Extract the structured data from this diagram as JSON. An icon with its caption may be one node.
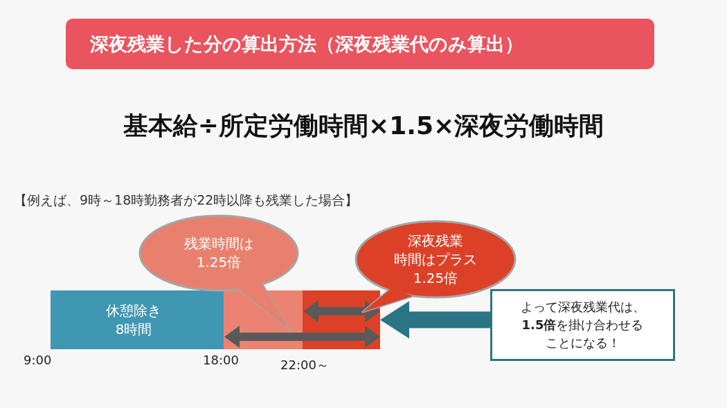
{
  "diagram": {
    "title": "深夜残業した分の算出方法（深夜残業代のみ算出）",
    "nodes": [
      {
        "text": [
          "休憩除き8時間"
        ]
      },
      {
        "text": [],
        "shape": "bar"
      },
      {
        "text": [],
        "shape": "bar"
      },
      {
        "text": [
          "残業時間は1.25倍"
        ]
      },
      {
        "text": [
          "深夜残業時間はプラス1.25倍"
        ]
      },
      {
        "text": [
          "よって深夜残業代は、**1.5倍**を掛け合わせることになる！"
        ]
      }
    ],
    "edges": [
      {
        "from": 5,
        "to": 2,
        "arrow": "to"
      }
    ],
    "labels": [
      "基本給÷所定労働時間×1.5×深夜労働時間",
      "【例えば、9時～18時勤務者が22時以降も残業した場合】",
      "9:00",
      "18:00",
      "22:00～"
    ]
  }
}
